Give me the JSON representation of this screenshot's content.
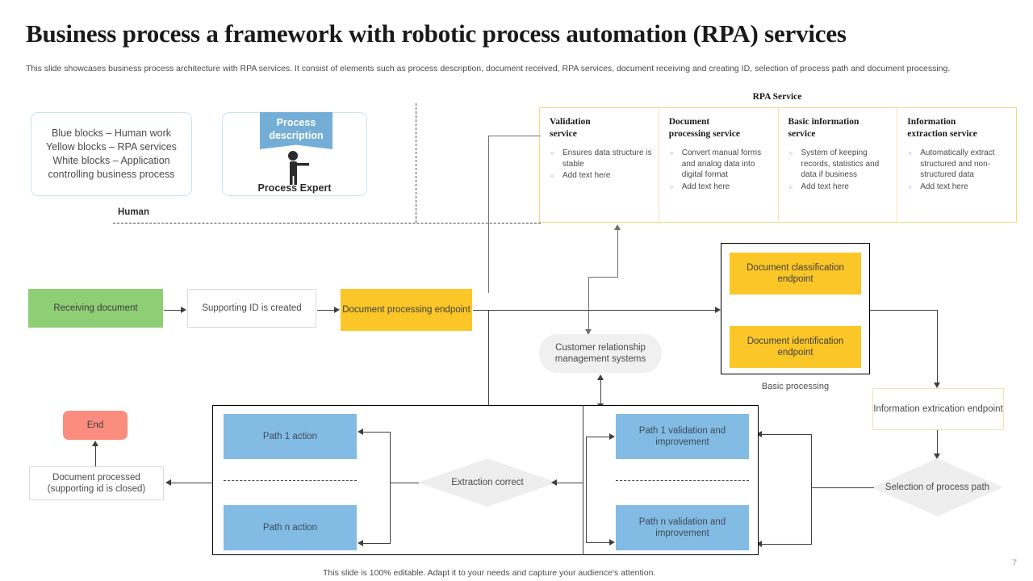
{
  "header": {
    "title": "Business process a framework with robotic process automation (RPA) services",
    "subtitle": "This slide showcases business process architecture with RPA services. It consist of elements such as process description, document received, RPA services, document receiving and creating ID, selection of process path and document processing."
  },
  "legend": {
    "line1": "Blue blocks – Human work",
    "line2": "Yellow blocks – RPA services",
    "line3": "White blocks – Application",
    "line4": "controlling business process"
  },
  "process_description": {
    "banner": "Process description",
    "banner_line1": "Process",
    "banner_line2": "description",
    "caption": "Process Expert"
  },
  "human_label": "Human",
  "rpa": {
    "title": "RPA Service",
    "columns": [
      {
        "heading_line1": "Validation",
        "heading_line2": "service",
        "items": [
          "Ensures data structure is stable",
          "Add text here"
        ]
      },
      {
        "heading_line1": "Document",
        "heading_line2": "processing service",
        "items": [
          "Convert manual forms and analog data into digital format",
          "Add text here"
        ]
      },
      {
        "heading_line1": "Basic information",
        "heading_line2": "service",
        "items": [
          "System of keeping records, statistics and data if business",
          "Add text here"
        ]
      },
      {
        "heading_line1": "Information",
        "heading_line2": "extraction service",
        "items": [
          "Automatically extract structured and non-structured data",
          "Add text here"
        ]
      }
    ]
  },
  "flow": {
    "receiving_document": "Receiving  document",
    "supporting_id": "Supporting  ID is created",
    "document_processing_endpoint": "Document  processing endpoint",
    "crm": "Customer relationship management  systems",
    "document_classification_endpoint": "Document  classification endpoint",
    "document_identification_endpoint": "Document  identification endpoint",
    "basic_processing_caption": "Basic processing",
    "information_extrication_endpoint": "Information  extrication endpoint",
    "selection_of_process_path": "Selection of process path",
    "extraction_correct": "Extraction correct",
    "path1_action": "Path 1 action",
    "pathn_action": "Path n action",
    "path1_validation": "Path 1 validation  and improvement",
    "pathn_validation": "Path n validation  and improvement",
    "document_processed": "Document  processed (supporting  id is closed)",
    "end": "End"
  },
  "footer": {
    "note": "This slide is 100% editable. Adapt it to your needs and capture your audience's attention.",
    "page_number": "7"
  },
  "colors": {
    "green": "#8ece74",
    "yellow": "#fbc627",
    "blue": "#82bbe3",
    "salmon": "#fb8d7e",
    "grey": "#eeeeee",
    "banner_blue": "#74aed6",
    "rpa_border": "#f0d98a"
  }
}
